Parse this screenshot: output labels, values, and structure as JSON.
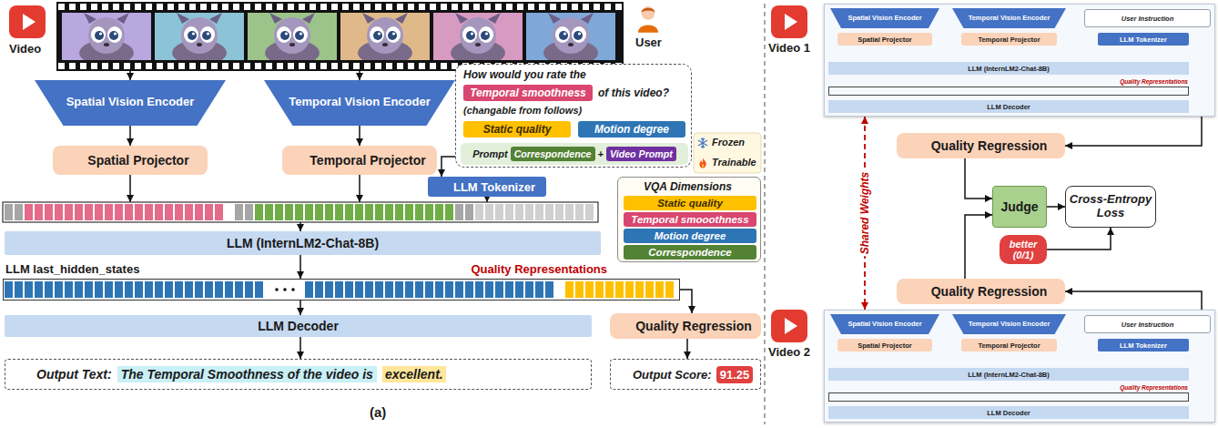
{
  "diagram": {
    "nodes": [
      {
        "text": [
          "Spatial Vision Encoder"
        ]
      },
      {
        "text": [
          "Temporal Vision Encoder"
        ]
      },
      {
        "text": [
          "Spatial Projector"
        ]
      },
      {
        "text": [
          "Temporal Projector"
        ]
      },
      {
        "text": [
          "How would you rate the",
          "of this video?",
          "(changable from follows)"
        ]
      },
      {
        "text": [
          "Temporal smoothness"
        ],
        "in": 4
      },
      {
        "text": [
          "Static quality"
        ],
        "in": 4
      },
      {
        "text": [
          "Motion degree"
        ],
        "in": 4
      },
      {
        "text": [
          "Prompt",
          "+"
        ],
        "in": 4
      },
      {
        "text": [
          "Correspondence"
        ],
        "in": 8
      },
      {
        "text": [
          "Video Prompt"
        ],
        "in": 8
      },
      {
        "text": [
          "LLM Tokenizer"
        ]
      },
      {
        "text": [
          "VQA Dimensions"
        ]
      },
      {
        "text": [
          "Static quality"
        ],
        "in": 12
      },
      {
        "text": [
          "Temporal smooothness"
        ],
        "in": 12
      },
      {
        "text": [
          "Motion degree"
        ],
        "in": 12
      },
      {
        "text": [
          "Correspondence"
        ],
        "in": 12
      },
      {
        "text": [
          "LLM (InternLM2-Chat-8B)"
        ]
      },
      {
        "text": [
          "LLM last_hidden_states",
          "Quality Representations"
        ]
      },
      {
        "text": [
          "LLM Decoder"
        ]
      },
      {
        "text": [
          "Quality Regression"
        ]
      },
      {
        "text": [
          "Output Text:",
          "The Temporal Smoothness of the video is",
          "excellent."
        ]
      },
      {
        "text": [
          "Output Score:",
          "91.25"
        ]
      },
      {
        "text": []
      },
      {
        "text": [
          "Spatial Vision Encoder"
        ],
        "in": 23
      },
      {
        "text": [
          "Temporal Vision Encoder"
        ],
        "in": 23
      },
      {
        "text": [
          "User Instruction"
        ],
        "in": 23
      },
      {
        "text": [
          "Spatial Projector"
        ],
        "in": 23
      },
      {
        "text": [
          "Temporal Projector"
        ],
        "in": 23
      },
      {
        "text": [
          "LLM Tokenizer"
        ],
        "in": 23
      },
      {
        "text": [
          "LLM (InternLM2-Chat-8B)"
        ],
        "in": 23
      },
      {
        "text": [
          "Quality Representations"
        ],
        "in": 23
      },
      {
        "text": [
          "LLM Decoder"
        ],
        "in": 23
      },
      {
        "text": [
          "Quality Regression"
        ]
      },
      {
        "text": [
          "Judge"
        ]
      },
      {
        "text": [
          "better (0/1)"
        ]
      },
      {
        "text": [
          "Cross-Entropy Loss"
        ]
      },
      {
        "text": [
          "Quality Regression"
        ]
      },
      {
        "text": []
      },
      {
        "text": [
          "Spatial Vision Encoder"
        ],
        "in": 38
      },
      {
        "text": [
          "Temporal Vision Encoder"
        ],
        "in": 38
      },
      {
        "text": [
          "User Instruction"
        ],
        "in": 38
      },
      {
        "text": [
          "Spatial Projector"
        ],
        "in": 38
      },
      {
        "text": [
          "Temporal Projector"
        ],
        "in": 38
      },
      {
        "text": [
          "LLM Tokenizer"
        ],
        "in": 38
      },
      {
        "text": [
          "LLM (InternLM2-Chat-8B)"
        ],
        "in": 38
      },
      {
        "text": [
          "Quality Representations"
        ],
        "in": 38
      },
      {
        "text": [
          "LLM Decoder"
        ],
        "in": 38
      }
    ],
    "edges": [
      {
        "from": 0,
        "to": 2,
        "arrow": "to"
      },
      {
        "from": 1,
        "to": 3,
        "arrow": "to"
      },
      {
        "from": 4,
        "to": 11,
        "arrow": "to"
      },
      {
        "from": 17,
        "to": 18,
        "arrow": "to"
      },
      {
        "from": 18,
        "to": 19,
        "arrow": "to"
      },
      {
        "from": 18,
        "to": 20,
        "arrow": "to"
      },
      {
        "from": 19,
        "to": 21,
        "arrow": "to"
      },
      {
        "from": 20,
        "to": 22,
        "arrow": "to"
      },
      {
        "from": 23,
        "to": 38,
        "label": "Shared Weights",
        "arrow": "both"
      },
      {
        "from": 31,
        "to": 33,
        "arrow": "to"
      },
      {
        "from": 33,
        "to": 34,
        "arrow": "to"
      },
      {
        "from": 37,
        "to": 34,
        "arrow": "to"
      },
      {
        "from": 34,
        "to": 36,
        "arrow": "to"
      },
      {
        "from": 35,
        "to": 36,
        "arrow": "to"
      },
      {
        "from": 46,
        "to": 37,
        "arrow": "to"
      }
    ],
    "labels": [
      "Video",
      "User",
      "(a)",
      "Video 1",
      "Video 2"
    ],
    "legend": [
      {
        "text": "Frozen"
      },
      {
        "text": "Trainable"
      }
    ]
  }
}
